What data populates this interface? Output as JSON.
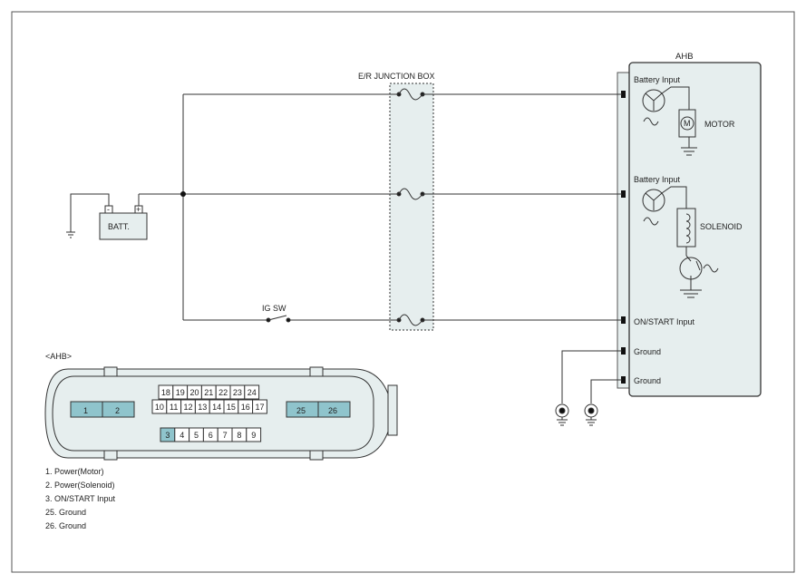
{
  "junction_box": {
    "title": "E/R JUNCTION BOX"
  },
  "ahb": {
    "title": "AHB",
    "terminals": {
      "battery_input_1": "Battery Input",
      "battery_input_2": "Battery Input",
      "on_start_input": "ON/START Input",
      "ground_1": "Ground",
      "ground_2": "Ground"
    },
    "motor_label": "MOTOR",
    "motor_symbol": "M",
    "solenoid_label": "SOLENOID"
  },
  "battery": {
    "label": "BATT.",
    "neg": "-",
    "pos": "+"
  },
  "ig_switch": {
    "label": "IG SW"
  },
  "connector": {
    "title": "<AHB>",
    "pins_top": [
      "18",
      "19",
      "20",
      "21",
      "22",
      "23",
      "24"
    ],
    "pins_mid": [
      "10",
      "11",
      "12",
      "13",
      "14",
      "15",
      "16",
      "17"
    ],
    "pins_bottom": [
      "3",
      "4",
      "5",
      "6",
      "7",
      "8",
      "9"
    ],
    "pin_1": "1",
    "pin_2": "2",
    "pin_25": "25",
    "pin_26": "26"
  },
  "legend": [
    "1. Power(Motor)",
    "2. Power(Solenoid)",
    "3.  ON/START Input",
    "25. Ground",
    "26. Ground"
  ],
  "colors": {
    "line": "#333333",
    "fill": "#e6eeee",
    "pin_highlight": "#8fc4cc",
    "border": "#555555"
  }
}
